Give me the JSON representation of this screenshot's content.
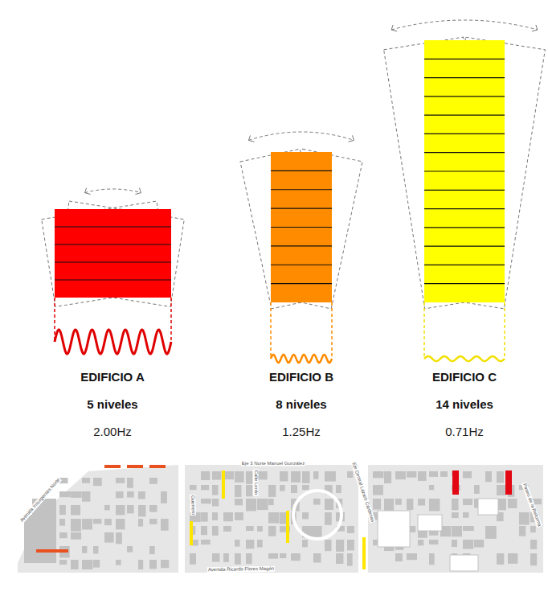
{
  "diagram": {
    "nodes": [
      {
        "text": [
          "EDIFICIO A",
          "5 niveles",
          "2.00Hz"
        ]
      },
      {
        "text": [
          "EDIFICIO B",
          "8 niveles",
          "1.25Hz"
        ]
      },
      {
        "text": [
          "EDIFICIO C",
          "14 niveles",
          "0.71Hz"
        ]
      }
    ],
    "labels": [
      "Eje 3 Norte Manuel González",
      "Avenida Insurgentes Norte",
      "Avenida Ricardo Flores Magón",
      "Calle Lerdo",
      "Eje Central Lázaro Cárdenas",
      "Paseo de la Reforma",
      "Guerrero"
    ]
  }
}
